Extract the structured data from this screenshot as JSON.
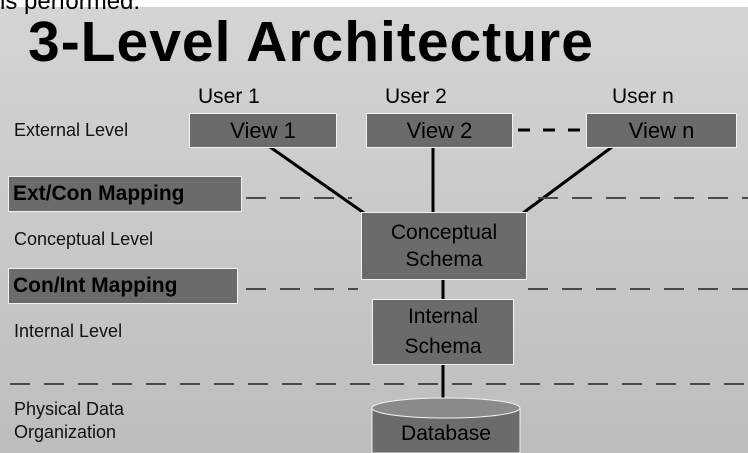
{
  "header": {
    "top_text": "is performed.",
    "title": "3-Level Architecture"
  },
  "users": [
    "User 1",
    "User 2",
    "User n"
  ],
  "views": [
    "View 1",
    "View 2",
    "View n"
  ],
  "levels": {
    "external": "External Level",
    "conceptual": "Conceptual Level",
    "internal": "Internal Level",
    "physical_line1": "Physical Data",
    "physical_line2": "Organization"
  },
  "mappings": {
    "ext_con": "Ext/Con Mapping",
    "con_int": "Con/Int Mapping"
  },
  "schemas": {
    "conceptual_line1": "Conceptual",
    "conceptual_line2": "Schema",
    "internal_line1": "Internal",
    "internal_line2": "Schema"
  },
  "database": "Database",
  "colors": {
    "box_fill": "#6b6b6b",
    "background": "#c9c9c9"
  }
}
